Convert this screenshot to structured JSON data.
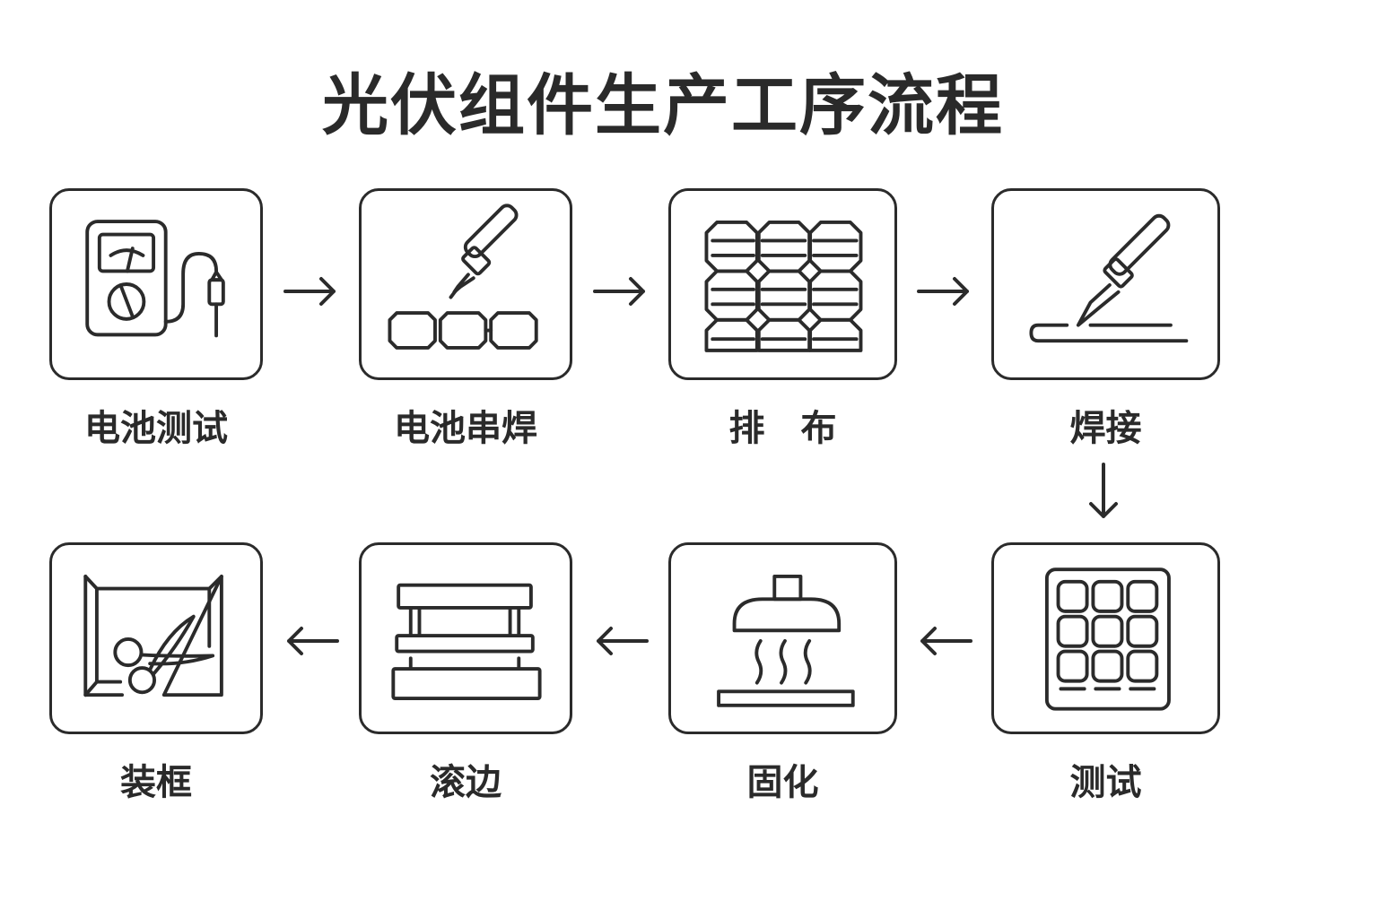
{
  "title": "光伏组件生产工序流程",
  "steps": [
    {
      "label": "电池测试",
      "icon": "multimeter-icon"
    },
    {
      "label": "电池串焊",
      "icon": "soldering-iron-cell-string-icon"
    },
    {
      "label": "排　布",
      "icon": "solar-cell-array-icon"
    },
    {
      "label": "焊接",
      "icon": "soldering-iron-icon"
    },
    {
      "label": "测试",
      "icon": "solar-panel-grid-icon"
    },
    {
      "label": "固化",
      "icon": "heating-lamp-icon"
    },
    {
      "label": "滚边",
      "icon": "press-machine-icon"
    },
    {
      "label": "装框",
      "icon": "frame-scissors-icon"
    }
  ],
  "arrows": [
    {
      "from": "电池测试",
      "to": "电池串焊",
      "direction": "right"
    },
    {
      "from": "电池串焊",
      "to": "排　布",
      "direction": "right"
    },
    {
      "from": "排　布",
      "to": "焊接",
      "direction": "right"
    },
    {
      "from": "焊接",
      "to": "测试",
      "direction": "down"
    },
    {
      "from": "测试",
      "to": "固化",
      "direction": "left"
    },
    {
      "from": "固化",
      "to": "滚边",
      "direction": "left"
    },
    {
      "from": "滚边",
      "to": "装框",
      "direction": "left"
    }
  ],
  "colors": {
    "stroke": "#2b2b2b",
    "background": "#ffffff"
  }
}
